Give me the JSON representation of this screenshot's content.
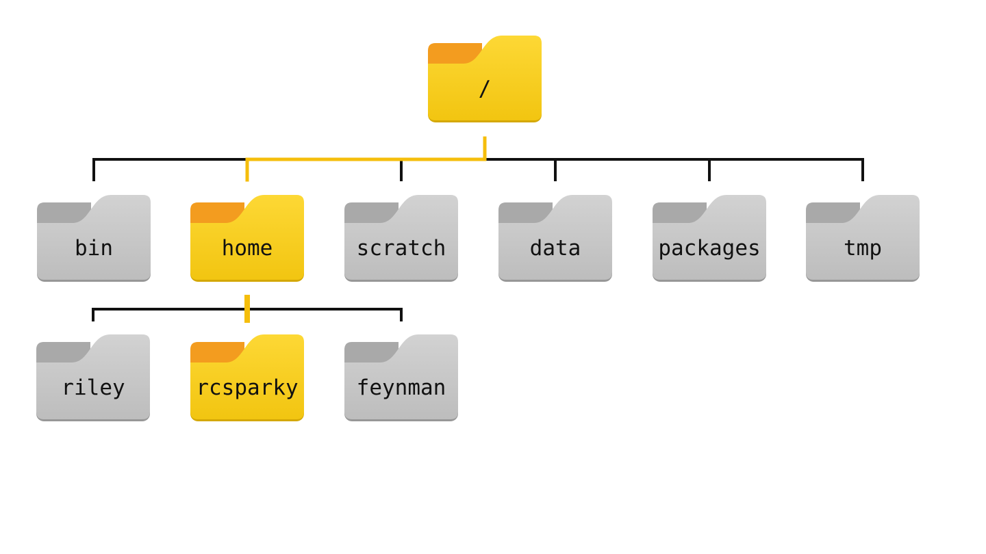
{
  "colors": {
    "highlight_back": "#F39C1F",
    "highlight_front_top": "#FDD835",
    "highlight_front_bottom": "#F2C511",
    "highlight_edge": "#D4A806",
    "plain_back": "#A9A9A9",
    "plain_front_top": "#D2D2D2",
    "plain_front_bottom": "#BDBDBD",
    "plain_edge": "#979797",
    "connector": "#111111",
    "connector_highlight": "#F5BE0C",
    "label_text": "#111111"
  },
  "tree": {
    "root": {
      "name": "/",
      "highlighted": true
    },
    "level1": [
      {
        "name": "bin",
        "highlighted": false
      },
      {
        "name": "home",
        "highlighted": true
      },
      {
        "name": "scratch",
        "highlighted": false
      },
      {
        "name": "data",
        "highlighted": false
      },
      {
        "name": "packages",
        "highlighted": false
      },
      {
        "name": "tmp",
        "highlighted": false
      }
    ],
    "level2": [
      {
        "name": "riley",
        "highlighted": false
      },
      {
        "name": "rcsparky",
        "highlighted": true
      },
      {
        "name": "feynman",
        "highlighted": false
      }
    ]
  }
}
